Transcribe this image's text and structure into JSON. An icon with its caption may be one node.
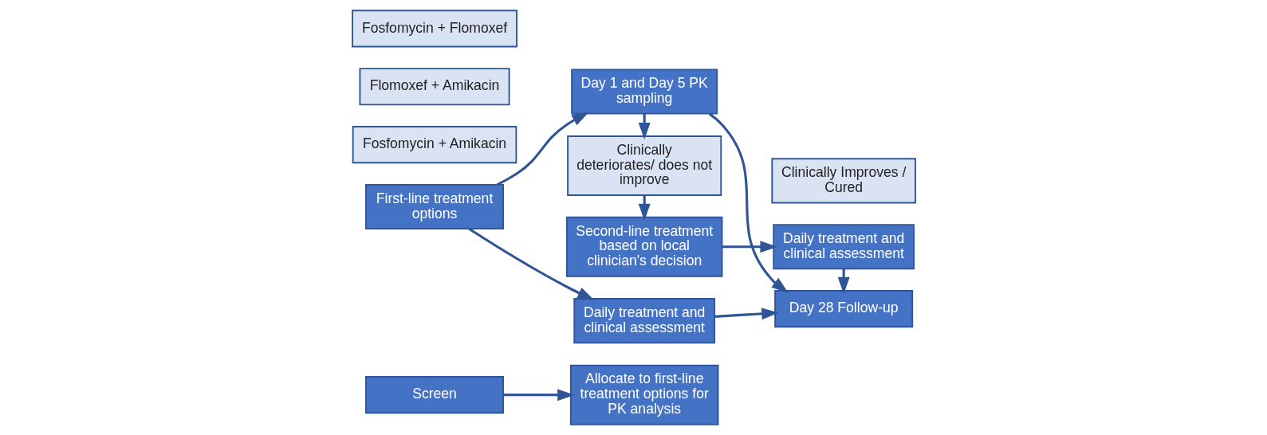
{
  "diagram": {
    "nodes": [
      {
        "text": [
          "Screen"
        ]
      },
      {
        "text": [
          "Allocate to first-line treatment options for PK analysis"
        ]
      },
      {
        "text": [
          "First-line treatment options"
        ]
      },
      {
        "text": [
          "Fosfomycin + Amikacin"
        ]
      },
      {
        "text": [
          "Flomoxef + Amikacin"
        ]
      },
      {
        "text": [
          "Fosfomycin + Flomoxef"
        ]
      },
      {
        "text": [
          "Daily treatment and clinical assessment"
        ]
      },
      {
        "text": [
          "Day 1 and Day 5 PK sampling"
        ]
      },
      {
        "text": [
          "Clinically Improves / Cured"
        ]
      },
      {
        "text": [
          "Day 28 Follow-up"
        ]
      },
      {
        "text": [
          "Clinically deteriorates/ does not improve"
        ]
      },
      {
        "text": [
          "Second-line treatment based on local clinician's decision"
        ]
      },
      {
        "text": [
          "Daily treatment and clinical assessment"
        ]
      }
    ],
    "edges": [
      {
        "from": 0,
        "to": 1,
        "arrow": "to"
      },
      {
        "from": 2,
        "to": 6,
        "arrow": "to"
      },
      {
        "from": 2,
        "to": 7,
        "arrow": "to"
      },
      {
        "from": 6,
        "to": 9,
        "arrow": "to"
      },
      {
        "from": 7,
        "to": 9,
        "arrow": "to"
      },
      {
        "from": 7,
        "to": 10,
        "arrow": "to"
      },
      {
        "from": 10,
        "to": 11,
        "arrow": "to"
      },
      {
        "from": 11,
        "to": 12,
        "arrow": "to"
      },
      {
        "from": 12,
        "to": 9,
        "arrow": "to"
      }
    ]
  }
}
